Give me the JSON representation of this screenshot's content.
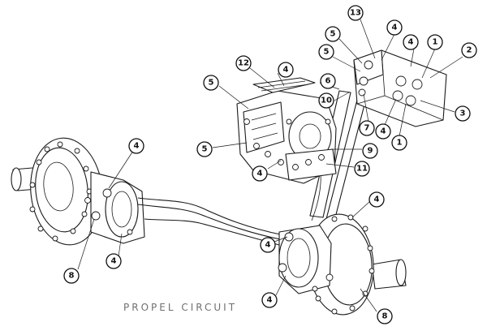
{
  "caption": "PROPEL CIRCUIT",
  "callouts": [
    "13",
    "5",
    "4",
    "4",
    "1",
    "5",
    "2",
    "12",
    "4",
    "6",
    "5",
    "10",
    "3",
    "7",
    "4",
    "1",
    "9",
    "5",
    "11",
    "4",
    "4",
    "4",
    "4",
    "8",
    "4",
    "8"
  ]
}
